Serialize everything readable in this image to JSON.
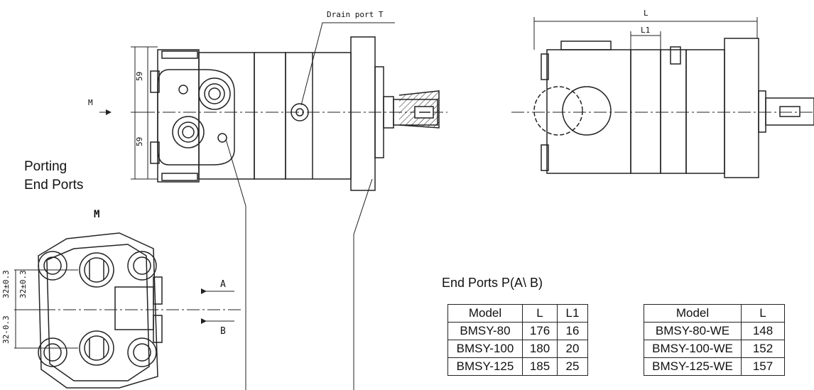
{
  "labels": {
    "drain_port": "Drain port T",
    "dim_59_top": "59",
    "dim_59_bottom": "59",
    "dim_L": "L",
    "dim_L1": "L1",
    "view_marker_side": "M",
    "view_marker_top": "M",
    "porting_line1": "Porting",
    "porting_line2": "End Ports",
    "port_A": "A",
    "port_B": "B",
    "dim_vertical_1": "32±0.3",
    "dim_vertical_2": "32-0.3",
    "dim_vertical_3": "32±0.3",
    "end_ports_title": "End Ports  P(A\\ B)"
  },
  "table_left": {
    "headers": [
      "Model",
      "L",
      "L1"
    ],
    "rows": [
      [
        "BMSY-80",
        "176",
        "16"
      ],
      [
        "BMSY-100",
        "180",
        "20"
      ],
      [
        "BMSY-125",
        "185",
        "25"
      ]
    ]
  },
  "table_right": {
    "headers": [
      "Model",
      "L"
    ],
    "rows": [
      [
        "BMSY-80-WE",
        "148"
      ],
      [
        "BMSY-100-WE",
        "152"
      ],
      [
        "BMSY-125-WE",
        "157"
      ]
    ]
  }
}
